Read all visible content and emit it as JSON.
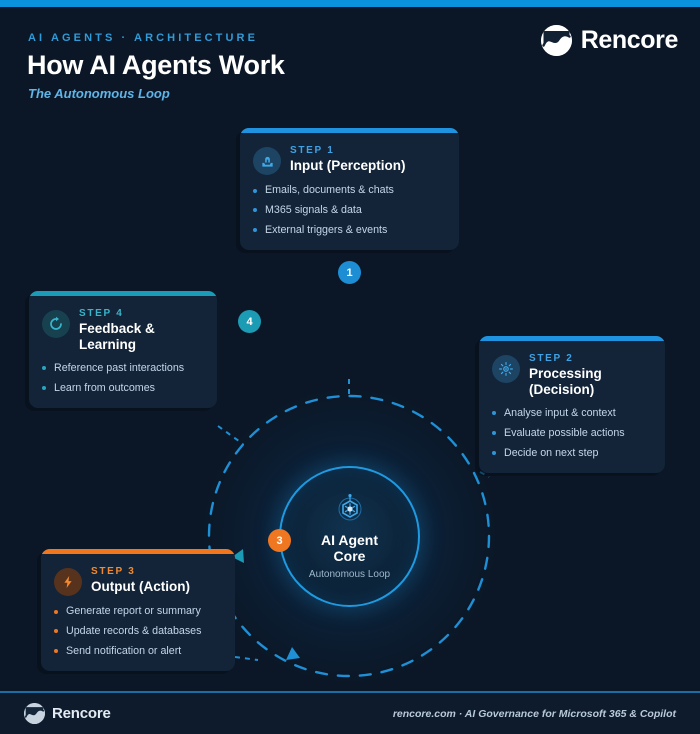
{
  "theme": {
    "bg": "#0b1726",
    "accent_blue": "#0a92dd",
    "accent_teal": "#1a9cb8",
    "accent_orange": "#f2761c",
    "card_bg": "#132438",
    "text_primary": "#ffffff",
    "text_secondary": "#c3d6e8"
  },
  "header": {
    "eyebrow": "AI AGENTS  ·  ARCHITECTURE",
    "title": "How AI Agents Work",
    "subtitle": "The Autonomous Loop",
    "brand": "Rencore",
    "logo_icon": "rencore-wave-logo-icon"
  },
  "core": {
    "icon": "hexagon-network-icon",
    "title_line1": "AI Agent",
    "title_line2": "Core",
    "subtitle": "Autonomous Loop"
  },
  "loop": {
    "style": "dashed-circle",
    "color": "#1f8fd6",
    "badges": [
      {
        "number": "1",
        "color": "blue",
        "angle_deg": -90
      },
      {
        "number": "4",
        "color": "teal",
        "angle_deg": 205
      },
      {
        "number": "3",
        "color": "orange",
        "angle_deg": 115
      }
    ]
  },
  "cards": [
    {
      "id": "step1",
      "step_label": "STEP 1",
      "title": "Input (Perception)",
      "icon": "inbox-tray-icon",
      "accent": "#1f93e0",
      "bullets": [
        "Emails, documents & chats",
        "M365 signals & data",
        "External triggers & events"
      ]
    },
    {
      "id": "step2",
      "step_label": "STEP 2",
      "title": "Processing (Decision)",
      "icon": "gear-sun-processing-icon",
      "accent": "#1f93e0",
      "bullets": [
        "Analyse input & context",
        "Evaluate possible actions",
        "Decide on next step"
      ]
    },
    {
      "id": "step3",
      "step_label": "STEP 3",
      "title": "Output (Action)",
      "icon": "lightning-bolt-icon",
      "accent": "#f2761c",
      "bullets": [
        "Generate report or summary",
        "Update records & databases",
        "Send notification or alert"
      ]
    },
    {
      "id": "step4",
      "step_label": "STEP 4",
      "title": "Feedback & Learning",
      "icon": "refresh-cycle-icon",
      "accent": "#1a9cb8",
      "bullets": [
        "Reference past interactions",
        "Learn from outcomes"
      ]
    }
  ],
  "footer": {
    "brand": "Rencore",
    "logo_icon": "rencore-wave-logo-icon",
    "note": "rencore.com  ·  AI Governance for Microsoft 365 & Copilot"
  }
}
